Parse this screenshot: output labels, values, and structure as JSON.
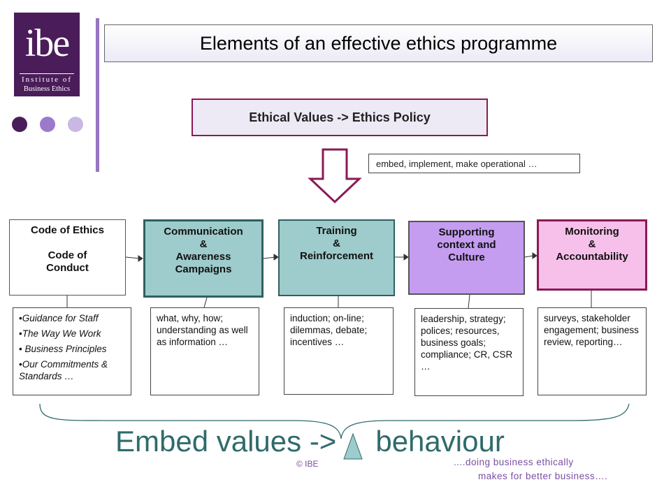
{
  "logo": {
    "main": "ibe",
    "line1": "Institute of",
    "line2": "Business Ethics"
  },
  "title": "Elements of an effective ethics programme",
  "policy": "Ethical Values -> Ethics Policy",
  "embed_note": "embed, implement, make operational …",
  "colors": {
    "logo_bg": "#4b1c5a",
    "dot1": "#4b1c5a",
    "dot2": "#9c7acb",
    "dot3": "#c9b8e3",
    "teal": "#9ecbcb",
    "lavender": "#c49cf0",
    "pink": "#f7c0ea",
    "tagline": "#2f6b6b",
    "footer": "#7a4ea2"
  },
  "elements": [
    {
      "label": "Code of Ethics\n\nCode of\nConduct"
    },
    {
      "label": "Communication\n&\nAwareness\nCampaigns"
    },
    {
      "label": "Training\n&\nReinforcement"
    },
    {
      "label": "Supporting\ncontext and\nCulture"
    },
    {
      "label": "Monitoring\n&\nAccountability"
    }
  ],
  "descriptions": {
    "code_items": [
      "Guidance for Staff",
      "The Way We Work",
      " Business Principles",
      "Our Commitments & Standards …"
    ],
    "communication": "what, why, how; understanding as well as information …",
    "training": "induction; on-line; dilemmas, debate; incentives …",
    "supporting": "leadership, strategy; polices; resources, business goals; compliance; CR, CSR …",
    "monitoring": "surveys, stakeholder engagement; business review, reporting…"
  },
  "tagline": {
    "part1": "Embed values ->",
    "part2": "behaviour"
  },
  "footer": {
    "copyright": "© IBE",
    "slogan_line1": "....doing business ethically",
    "slogan_line2": "makes for better business…."
  }
}
